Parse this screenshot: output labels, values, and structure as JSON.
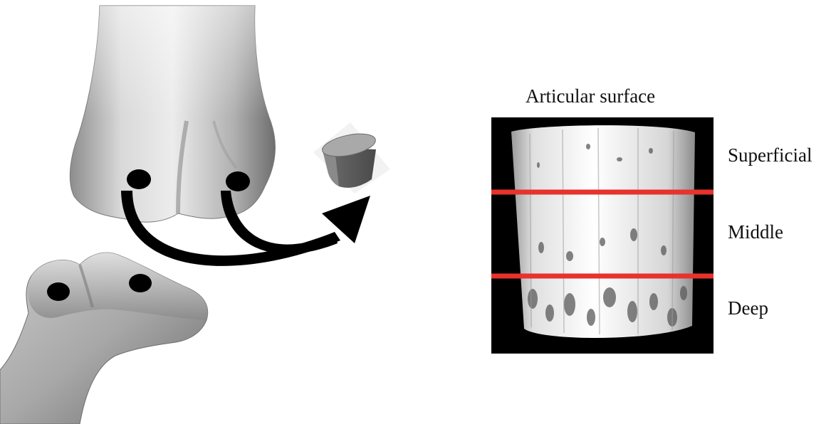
{
  "figure": {
    "panel_title": "Articular surface",
    "layers": [
      {
        "label": "Superficial"
      },
      {
        "label": "Middle"
      },
      {
        "label": "Deep"
      }
    ],
    "colors": {
      "section_line": "#e8322d",
      "scan_background": "#000000",
      "marker": "#000000",
      "bone": "#bdbdbd"
    },
    "icons": [
      "femur-condyle-model",
      "tibia-plateau-model",
      "cartilage-plug-sample",
      "curved-arrow",
      "micro-ct-volume"
    ]
  }
}
